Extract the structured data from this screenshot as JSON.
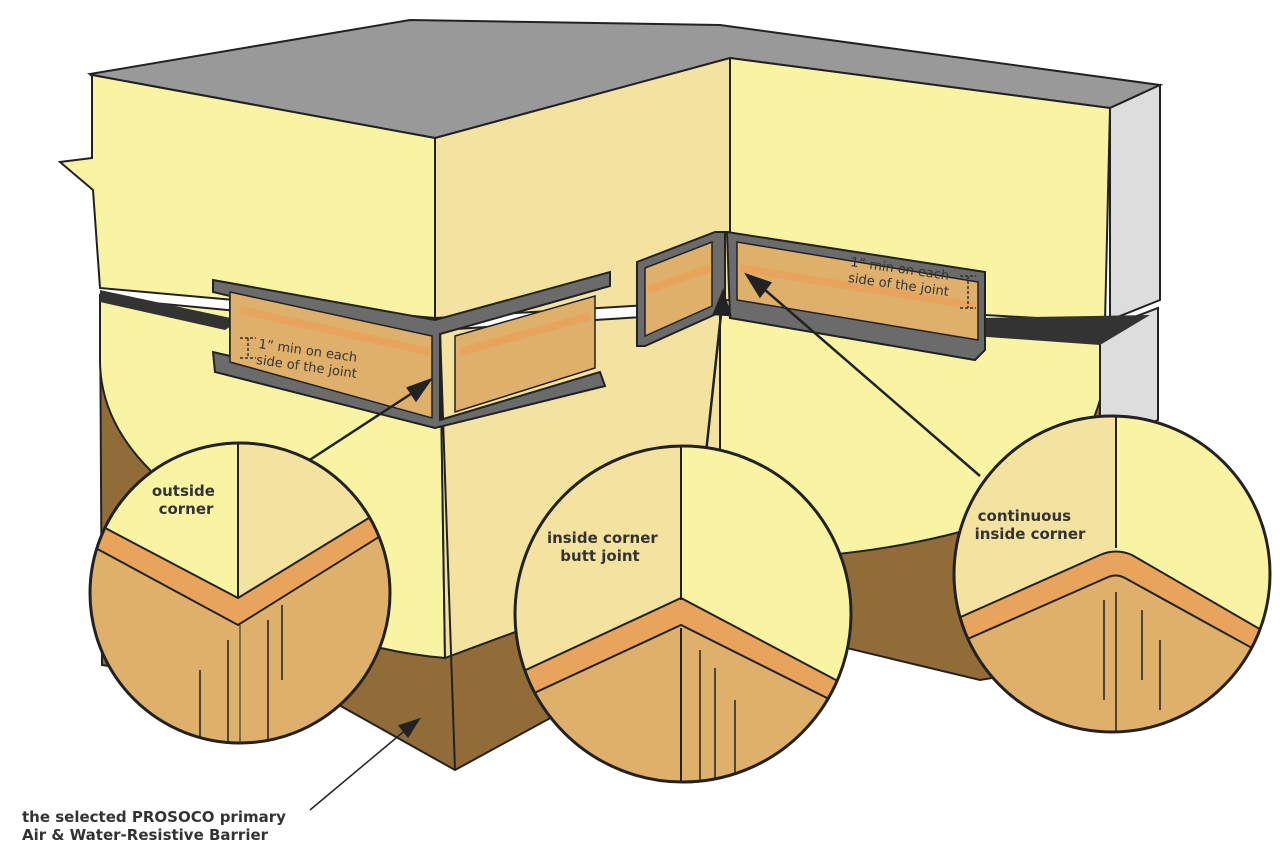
{
  "labels": {
    "outside_corner": [
      "outside",
      "corner"
    ],
    "inside_butt": [
      "inside corner",
      "butt joint"
    ],
    "continuous_inside": [
      "continuous",
      "inside corner"
    ],
    "barrier": [
      "the selected PROSOCO primary",
      "Air & Water-Resistive Barrier"
    ]
  },
  "annotations": {
    "min_left": [
      "1” min on each",
      "side of the joint"
    ],
    "min_right": [
      "1” min on each",
      "side of the joint"
    ]
  },
  "colors": {
    "wall_light": "#f9f3a4",
    "wall_mid": "#f4e2a0",
    "top_gray": "#999999",
    "side_gray": "#dddddd",
    "barrier_brown": "#926c38",
    "wood": "#dfb06c",
    "wood_stripe": "#e8a35c",
    "flashing_gray": "#6b6b6b",
    "outline": "#222222"
  }
}
